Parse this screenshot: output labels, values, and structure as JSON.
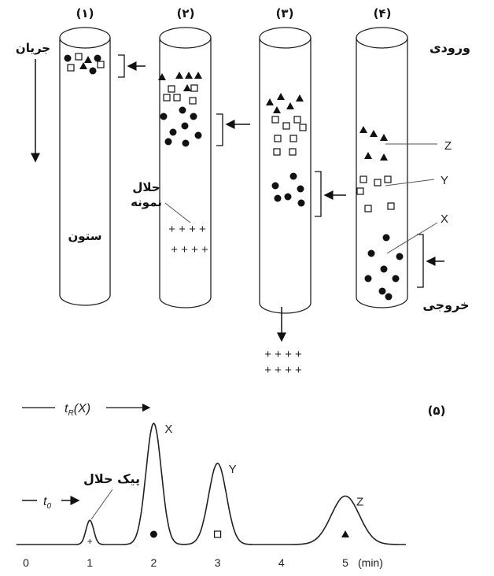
{
  "panels": {
    "p1": "(۱)",
    "p2": "(۲)",
    "p3": "(۳)",
    "p4": "(۴)",
    "p5": "(۵)"
  },
  "labels": {
    "flow": "جریان",
    "inlet": "ورودی",
    "column": "ستون",
    "solvent": "حلال",
    "sample": "نمونه",
    "outlet": "خروجی",
    "solvent_peak": "پیک حلال",
    "solvent_marks": "+ + + +",
    "z": "Z",
    "y": "Y",
    "x": "X"
  },
  "chart_data": {
    "type": "line",
    "xlabel": "(min)",
    "x_ticks": [
      "0",
      "1",
      "2",
      "3",
      "4",
      "5"
    ],
    "xlim": [
      0,
      5.9
    ],
    "annotations": {
      "tR": "t",
      "tR_sub": "R",
      "tR_arg": "(X)",
      "t0": "t",
      "t0_sub": "0"
    },
    "peaks": [
      {
        "label": "",
        "time": 1.0,
        "relative_height": 0.2,
        "marker": "plus"
      },
      {
        "label": "X",
        "time": 2.0,
        "relative_height": 1.0,
        "marker": "circle"
      },
      {
        "label": "Y",
        "time": 3.0,
        "relative_height": 0.67,
        "marker": "square"
      },
      {
        "label": "Z",
        "time": 5.0,
        "relative_height": 0.4,
        "marker": "triangle"
      }
    ]
  }
}
